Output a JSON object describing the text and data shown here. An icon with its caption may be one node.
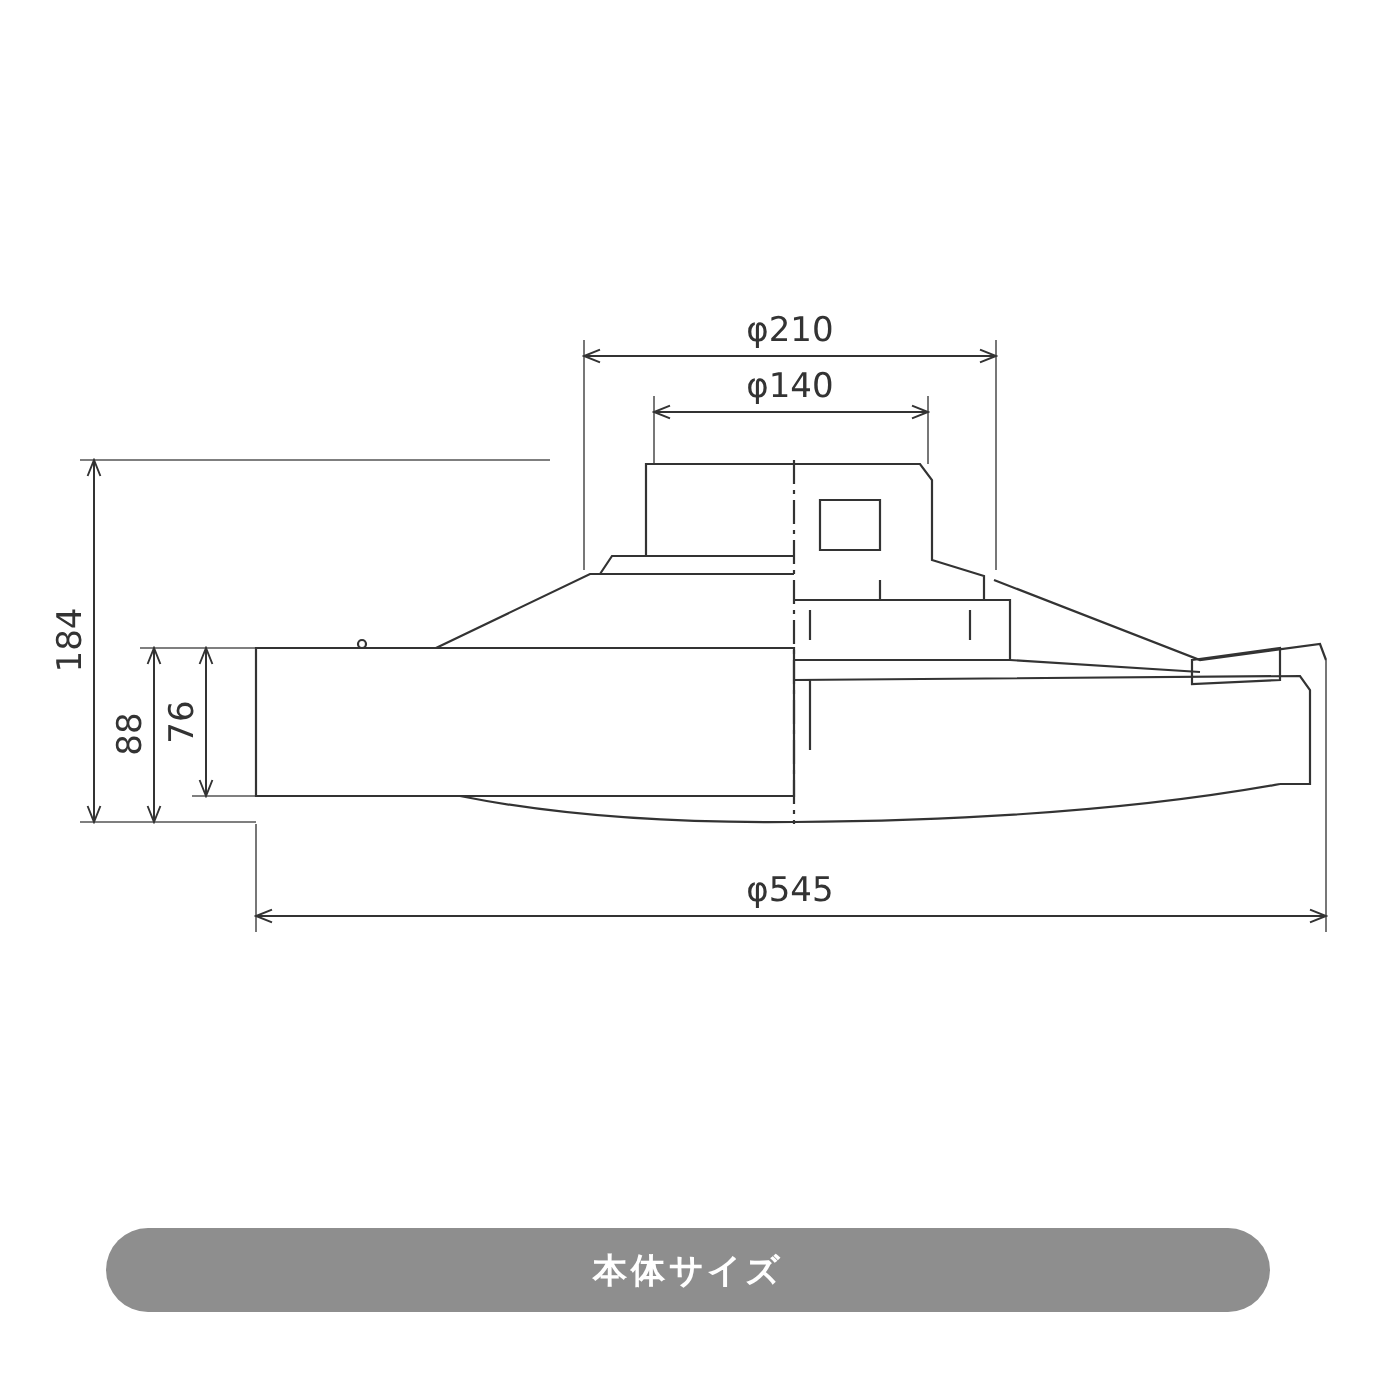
{
  "diagram": {
    "nodes": [
      {
        "text": [
          "本体サイズ"
        ]
      }
    ],
    "labels": [
      "φ210",
      "φ140",
      "184",
      "88",
      "76",
      "φ545"
    ]
  }
}
